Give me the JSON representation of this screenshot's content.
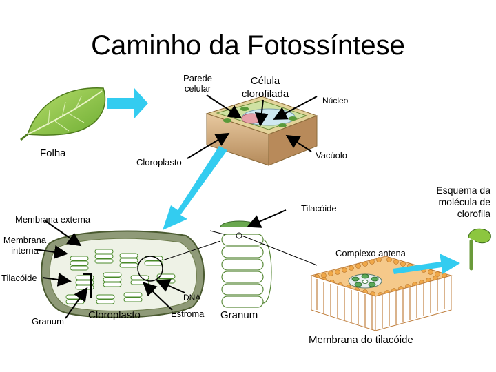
{
  "title": "Caminho da Fotossíntese",
  "labels": {
    "parede_celular": "Parede\ncelular",
    "celula_clorofilada": "Célula\nclorofilada",
    "nucleo": "Núcleo",
    "folha": "Folha",
    "cloroplasto_top": "Cloroplasto",
    "vacuolo": "Vacúolo",
    "esquema_molecula": "Esquema da\nmolécula de\nclorofila",
    "tilacoide_mid": "Tilacóide",
    "membrana_externa": "Membrana externa",
    "membrana_interna": "Membrana\ninterna",
    "complexo_antena": "Complexo antena",
    "tilacoide_left": "Tilacóide",
    "dna": "DNA",
    "granum_left": "Granum",
    "cloroplasto_bottom": "Cloroplasto",
    "estroma": "Estroma",
    "granum_mid": "Granum",
    "membrana_tilacoide": "Membrana do tilacóide"
  },
  "colors": {
    "arrow": "#33ccf0",
    "leaf": "#8cc63f",
    "leaf_dark": "#5a8f22",
    "cell_wall": "#c8a878",
    "cell_inner": "#d8e6a0",
    "vacuole": "#cfe8f0",
    "nucleus": "#e6a0a8",
    "chloroplast_outer": "#7f8a6a",
    "granum": "#6aa84f",
    "membrane_head": "#f0a848"
  }
}
